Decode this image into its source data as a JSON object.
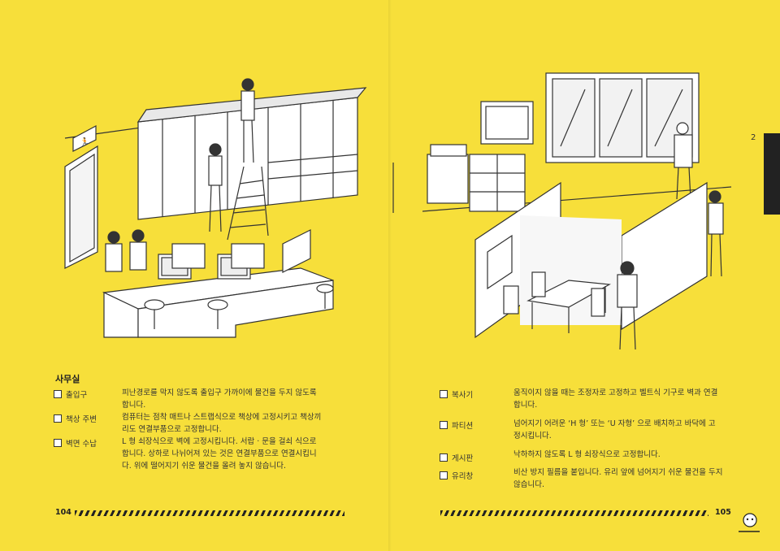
{
  "section_title": "사무실",
  "left_items": [
    {
      "label": "출입구",
      "text_lines": [
        "피난경로를 막지 않도록 출입구 가까이에 물건을 두지 않도록",
        "합니다."
      ]
    },
    {
      "label": "책상 주변",
      "text_lines": [
        "컴퓨터는 점착 매트나 스트랩식으로 책상에 고정시키고 책상끼",
        "리도 연결부품으로 고정합니다."
      ]
    },
    {
      "label": "벽면 수납",
      "text_lines": [
        "L 형 쇠장식으로 벽에 고정시킵니다. 서랍 · 문을 걸쇠 식으로",
        "합니다. 상하로 나뉘어져 있는 것은 연결부품으로 연결시킵니",
        "다. 위에 떨어지기 쉬운 물건을 올려 놓지 않습니다."
      ]
    }
  ],
  "right_items": [
    {
      "label": "복사기",
      "text_lines": [
        "움직이지 않을 때는 조정자로 고정하고 벨트식 기구로 벽과 연결",
        "합니다."
      ]
    },
    {
      "label": "파티션",
      "text_lines": [
        "넘어지기 어려운 ‘H 형’ 또는 ‘U 자형’ 으로 배치하고 바닥에 고",
        "정시킵니다."
      ]
    },
    {
      "label": "게시판",
      "text_lines": [
        "낙하하지 않도록 L 형 쇠장식으로 고정합니다."
      ]
    },
    {
      "label": "유리창",
      "text_lines": [
        "비산 방지 필름을 붙입니다. 유리 앞에 넘어지기 쉬운 물건을 두지",
        "않습니다."
      ]
    }
  ],
  "page_left": "104",
  "page_right": "105",
  "chapter_number": "2",
  "colors": {
    "background": "#f7df3a",
    "ink": "#222222",
    "paper": "#ffffff"
  }
}
